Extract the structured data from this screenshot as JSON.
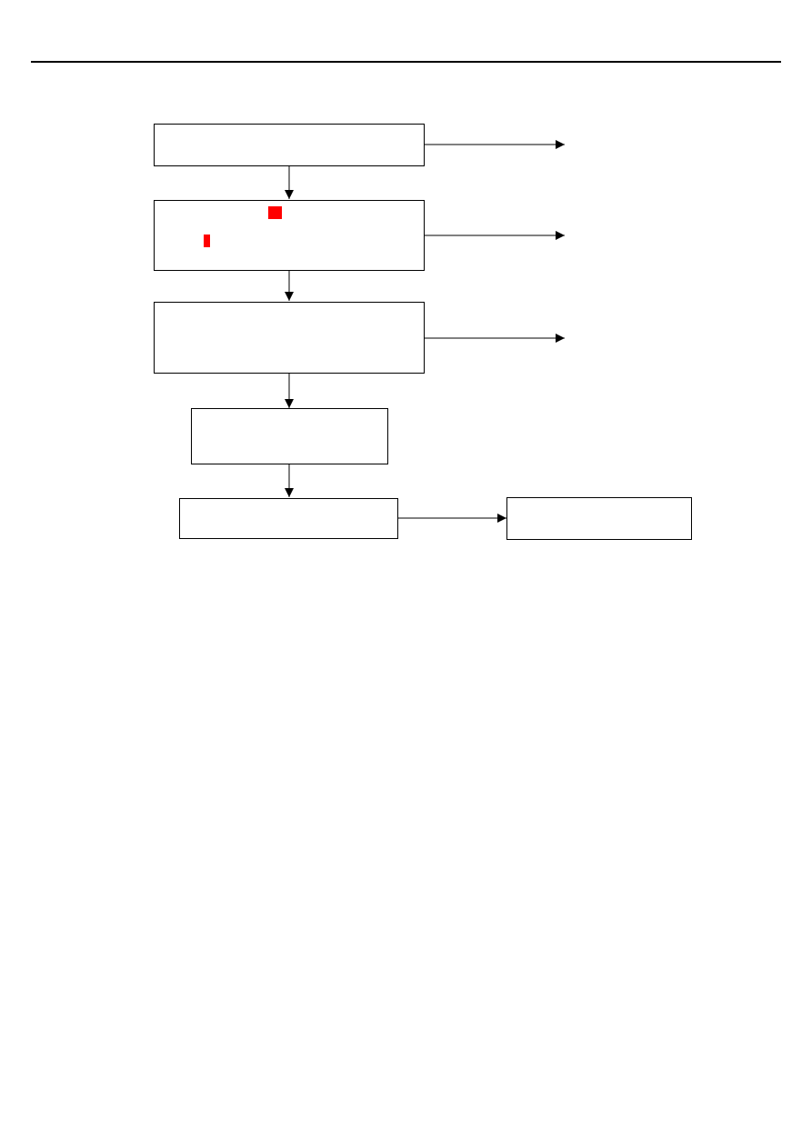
{
  "colors": {
    "line": "#000000",
    "background": "#ffffff",
    "marker": "#ff0000"
  },
  "diagram": {
    "boxes": [
      {
        "id": "box-1",
        "label": ""
      },
      {
        "id": "box-2",
        "label": ""
      },
      {
        "id": "box-3",
        "label": ""
      },
      {
        "id": "box-4",
        "label": ""
      },
      {
        "id": "box-5",
        "label": ""
      },
      {
        "id": "box-6",
        "label": ""
      }
    ],
    "markers": [
      {
        "id": "red-marker-square",
        "color": "#ff0000"
      },
      {
        "id": "red-marker-bar",
        "color": "#ff0000"
      }
    ]
  }
}
